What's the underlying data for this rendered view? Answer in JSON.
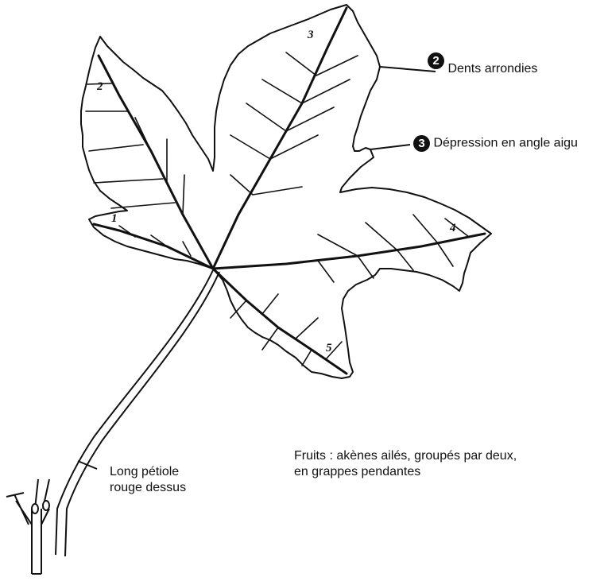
{
  "lobes": [
    "1",
    "2",
    "3",
    "4",
    "5"
  ],
  "callouts": {
    "dents": {
      "number": "2",
      "text": "Dents arrondies"
    },
    "depression": {
      "number": "3",
      "text": "Dépression en angle aigu"
    },
    "petiole": {
      "line1": "Long pétiole",
      "line2": "rouge dessus"
    },
    "fruits": {
      "line1": "Fruits : akènes ailés, groupés par deux,",
      "line2": "en grappes pendantes"
    }
  },
  "colors": {
    "ink": "#111111",
    "paper": "#ffffff"
  }
}
